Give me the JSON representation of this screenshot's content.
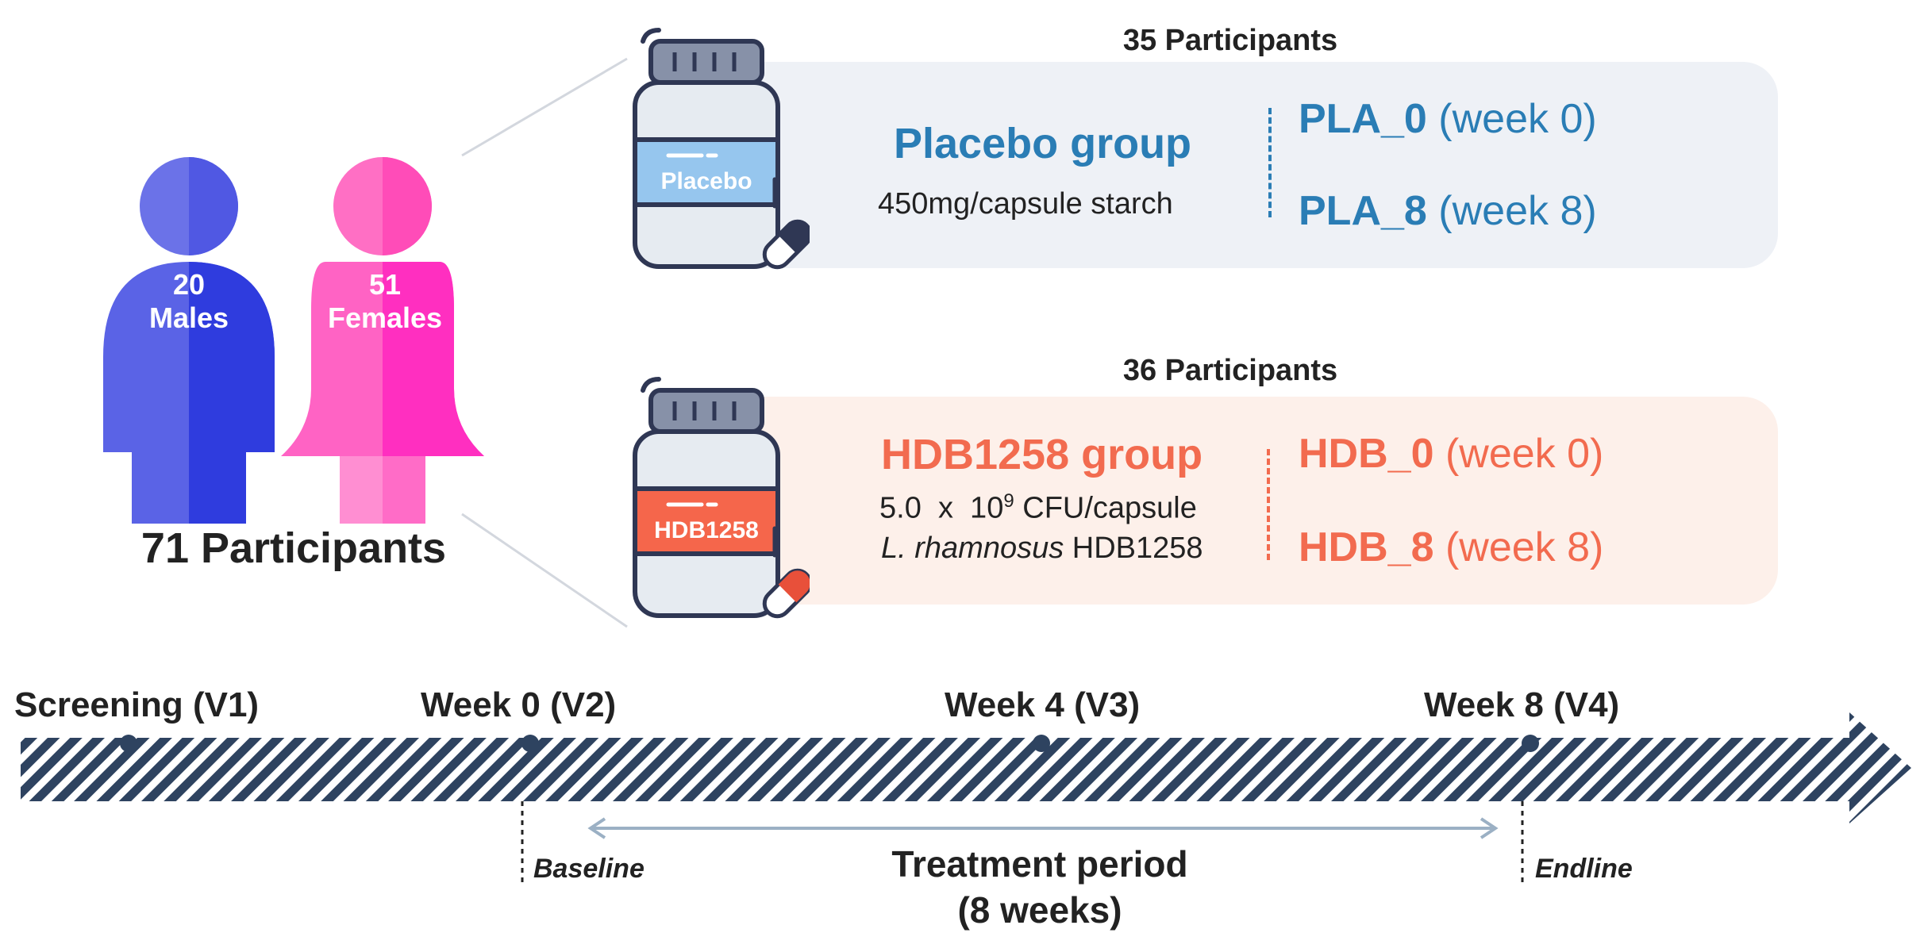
{
  "participants": {
    "total_label": "71 Participants",
    "males": {
      "count": "20",
      "label": "Males"
    },
    "females": {
      "count": "51",
      "label": "Females"
    }
  },
  "placebo": {
    "participants": "35 Participants",
    "bottle_label": "Placebo",
    "title": "Placebo group",
    "dose": "450mg/capsule starch",
    "tag0": {
      "code": "PLA_0",
      "week": "(week 0)"
    },
    "tag8": {
      "code": "PLA_8",
      "week": "(week 8)"
    }
  },
  "hdb": {
    "participants": "36 Participants",
    "bottle_label": "HDB1258",
    "title": "HDB1258 group",
    "dose_prefix": "5.0  x  10",
    "dose_exponent": "9",
    "dose_suffix": " CFU/capsule",
    "strain_italic": "L. rhamnosus",
    "strain_suffix": " HDB1258",
    "tag0": {
      "code": "HDB_0",
      "week": "(week 0)"
    },
    "tag8": {
      "code": "HDB_8",
      "week": "(week 8)"
    }
  },
  "timeline": {
    "visits": [
      {
        "label": "Screening (V1)"
      },
      {
        "label": "Week 0 (V2)"
      },
      {
        "label": "Week 4 (V3)"
      },
      {
        "label": "Week 8 (V4)"
      }
    ],
    "baseline": "Baseline",
    "endline": "Endline",
    "treatment": "Treatment period",
    "treatment_duration": "(8 weeks)"
  },
  "colors": {
    "male": "#3d4fe0",
    "female": "#ff3fbf",
    "placebo_text": "#2a7db5",
    "placebo_panel": "#eef1f6",
    "hdb_text": "#f26b4f",
    "hdb_panel": "#fdf0ea",
    "timeline": "#2e4360"
  }
}
